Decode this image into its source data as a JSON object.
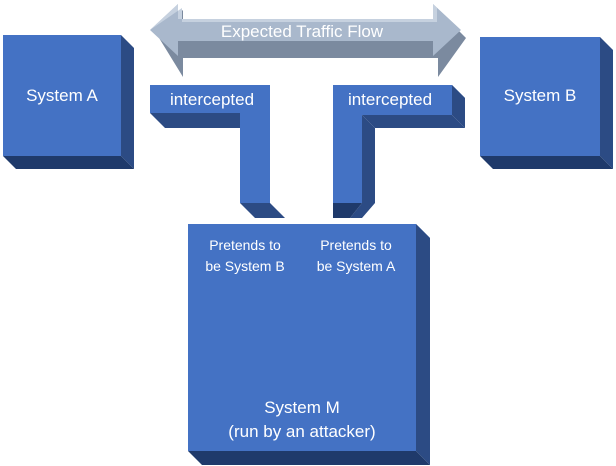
{
  "diagram": {
    "arrow": {
      "label": "Expected Traffic Flow"
    },
    "system_a": {
      "label": "System A"
    },
    "system_b": {
      "label": "System B"
    },
    "left_pipe": {
      "label": "intercepted"
    },
    "right_pipe": {
      "label": "intercepted"
    },
    "system_m": {
      "left_note": [
        "Pretends to",
        "be System B"
      ],
      "right_note": [
        "Pretends to",
        "be System A"
      ],
      "title": "System M",
      "subtitle": "(run by an attacker)"
    }
  },
  "colors": {
    "box_front": "#4472c4",
    "box_side": "#2c4b84",
    "box_top": "#5b87d6",
    "arrow_fill": "#a9b8cc",
    "arrow_top": "#c6d1df",
    "arrow_bottom": "#7b8a9f"
  }
}
